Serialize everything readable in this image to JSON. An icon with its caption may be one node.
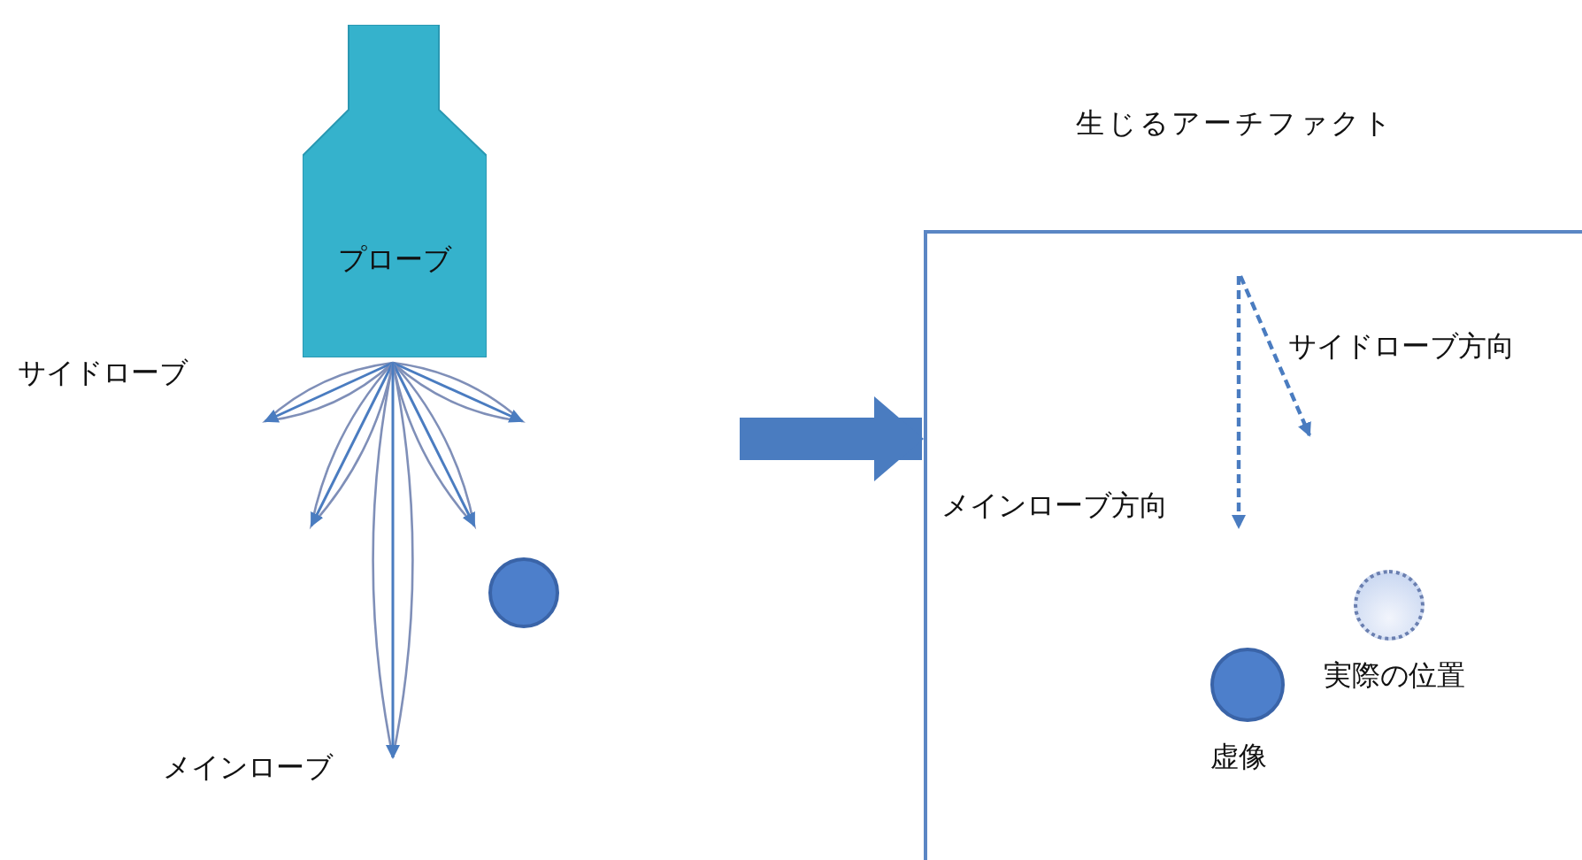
{
  "diagram": {
    "nodes": [
      {
        "text": [
          "プローブ"
        ]
      },
      {
        "text": [],
        "shape": "circle"
      },
      {
        "text": [
          "生じるアーチファクト"
        ]
      },
      {
        "text": [],
        "shape": "circle",
        "in": 2,
        "beside": [
          "実際の位置"
        ]
      },
      {
        "text": [],
        "shape": "circle",
        "in": 2,
        "beside": [
          "虚像"
        ]
      }
    ],
    "edges": [
      {
        "from": null,
        "to": 2,
        "arrow": "to"
      }
    ],
    "labels": [
      "サイドローブ方向",
      "サイドローブ",
      "メインローブ方向",
      "メインローブ"
    ]
  }
}
